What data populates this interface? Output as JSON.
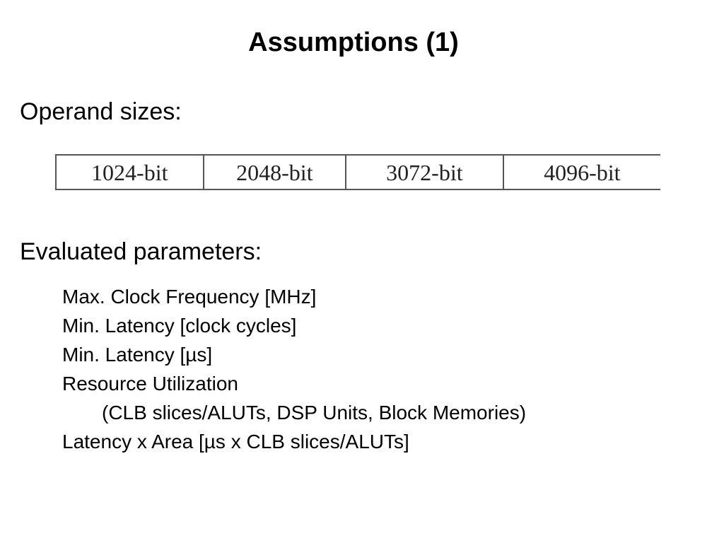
{
  "slide": {
    "title": "Assumptions (1)",
    "operand_heading": "Operand sizes:",
    "operand_sizes": [
      "1024-bit",
      "2048-bit",
      "3072-bit",
      "4096-bit"
    ],
    "parameters_heading": "Evaluated parameters:",
    "parameters": [
      "Max. Clock Frequency [MHz]",
      "Min. Latency [clock cycles]",
      "Min. Latency [µs]",
      "Resource Utilization",
      "(CLB slices/ALUTs, DSP Units, Block Memories)",
      "Latency x Area [µs x CLB slices/ALUTs]"
    ]
  }
}
